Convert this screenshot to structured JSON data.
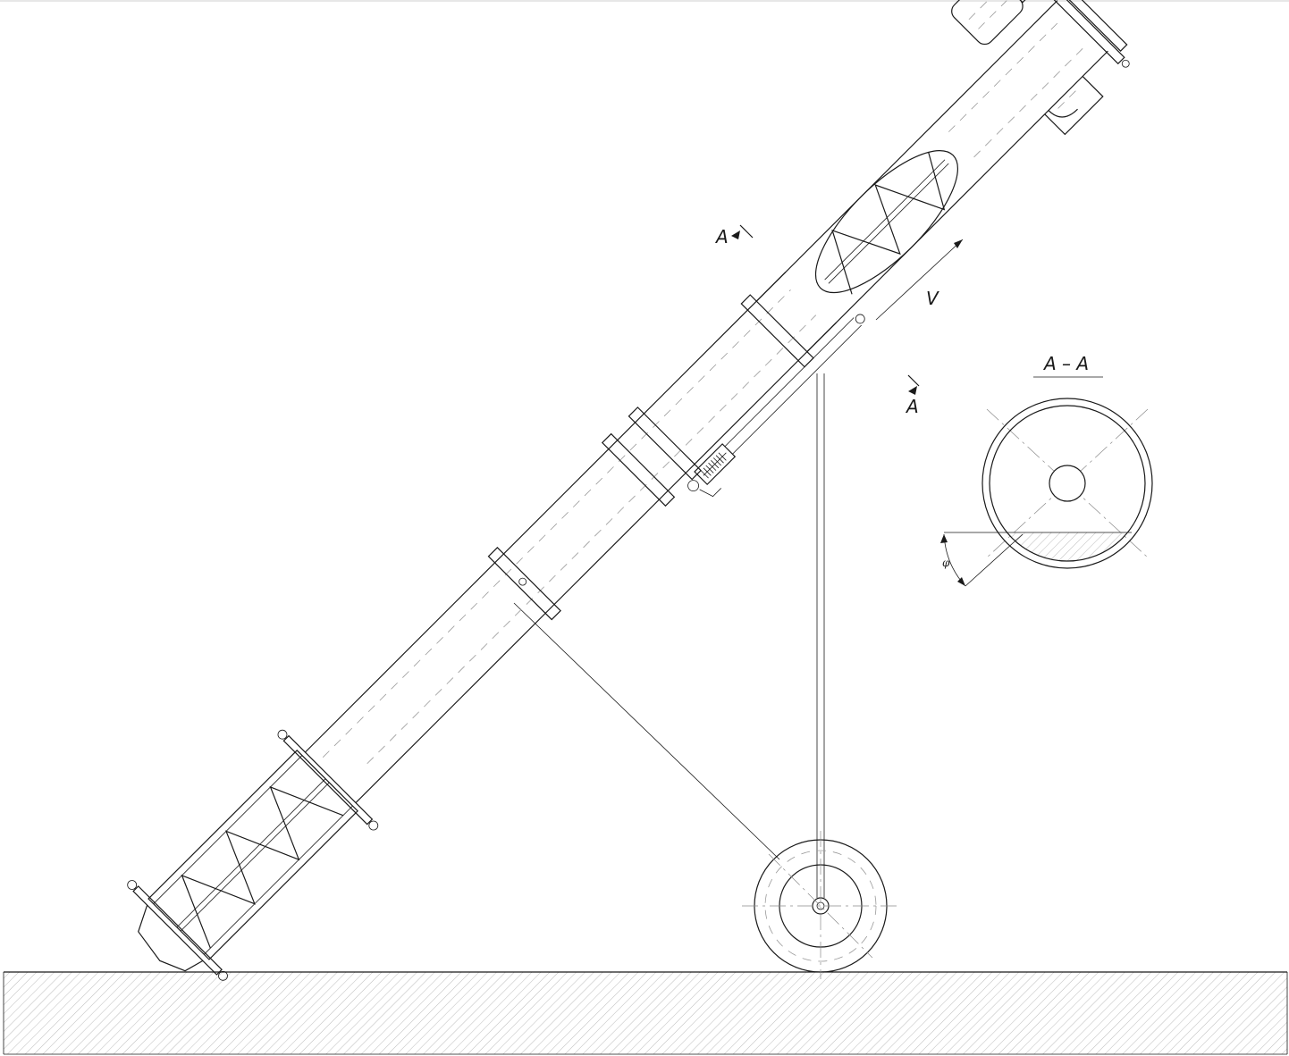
{
  "labels": {
    "section_mark_top": "A",
    "section_mark_bottom": "A",
    "velocity": "V",
    "section_title": "A – A",
    "angle": "φ"
  },
  "colors": {
    "line": "#1a1a1a",
    "centerline": "#8a8a8a",
    "hatch": "#b5b5b5",
    "background": "#ffffff"
  }
}
